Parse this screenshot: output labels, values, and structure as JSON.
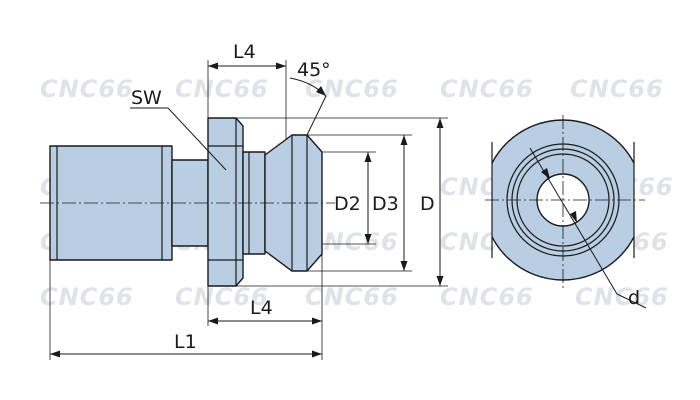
{
  "labels": {
    "l4_top": "L4",
    "angle": "45°",
    "sw": "SW",
    "d2": "D2",
    "d3": "D3",
    "d_outer": "D",
    "l4_bottom": "L4",
    "l1": "L1",
    "d_small": "d"
  },
  "watermark": {
    "text": "CNC66"
  },
  "colors": {
    "part_fill": "#b9cde3",
    "line": "#1a1a1a",
    "watermark": "#dfe3e8"
  }
}
